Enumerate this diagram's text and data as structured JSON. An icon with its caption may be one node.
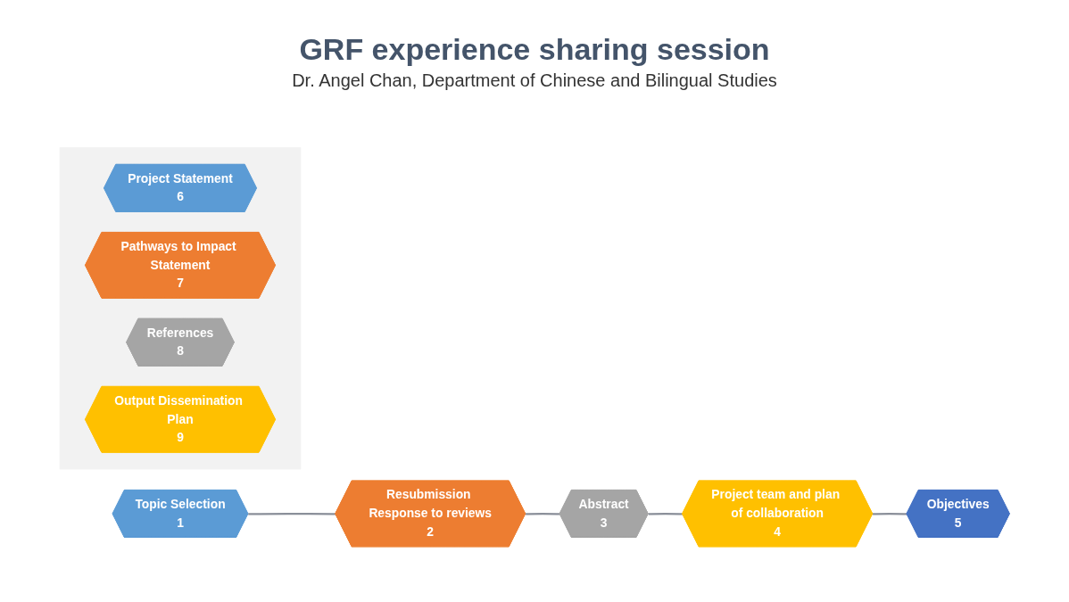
{
  "diagram": {
    "title": "GRF experience sharing session",
    "nodes": [
      {
        "text": [
          "Topic Selection",
          "1"
        ]
      },
      {
        "text": [
          "Resubmission Response to reviews",
          "2"
        ]
      },
      {
        "text": [
          "Abstract",
          "3"
        ]
      },
      {
        "text": [
          "Project team and plan of collaboration",
          "4"
        ]
      },
      {
        "text": [
          "Objectives",
          "5"
        ]
      },
      {
        "text": [],
        "shape": "box"
      },
      {
        "text": [
          "Project Statement",
          "6"
        ],
        "in": 5
      },
      {
        "text": [
          "Pathways to Impact Statement",
          "7"
        ],
        "in": 5
      },
      {
        "text": [
          "References",
          "8"
        ],
        "in": 5
      },
      {
        "text": [
          "Output Dissemination Plan",
          "9"
        ],
        "in": 5
      }
    ],
    "edges": [
      {
        "from": 0,
        "to": 1,
        "arrow": "none"
      },
      {
        "from": 1,
        "to": 2,
        "arrow": "none"
      },
      {
        "from": 2,
        "to": 3,
        "arrow": "none"
      },
      {
        "from": 3,
        "to": 4,
        "arrow": "none"
      }
    ],
    "labels": [
      "Dr. Angel Chan, Department of Chinese and Bilingual Studies"
    ]
  }
}
